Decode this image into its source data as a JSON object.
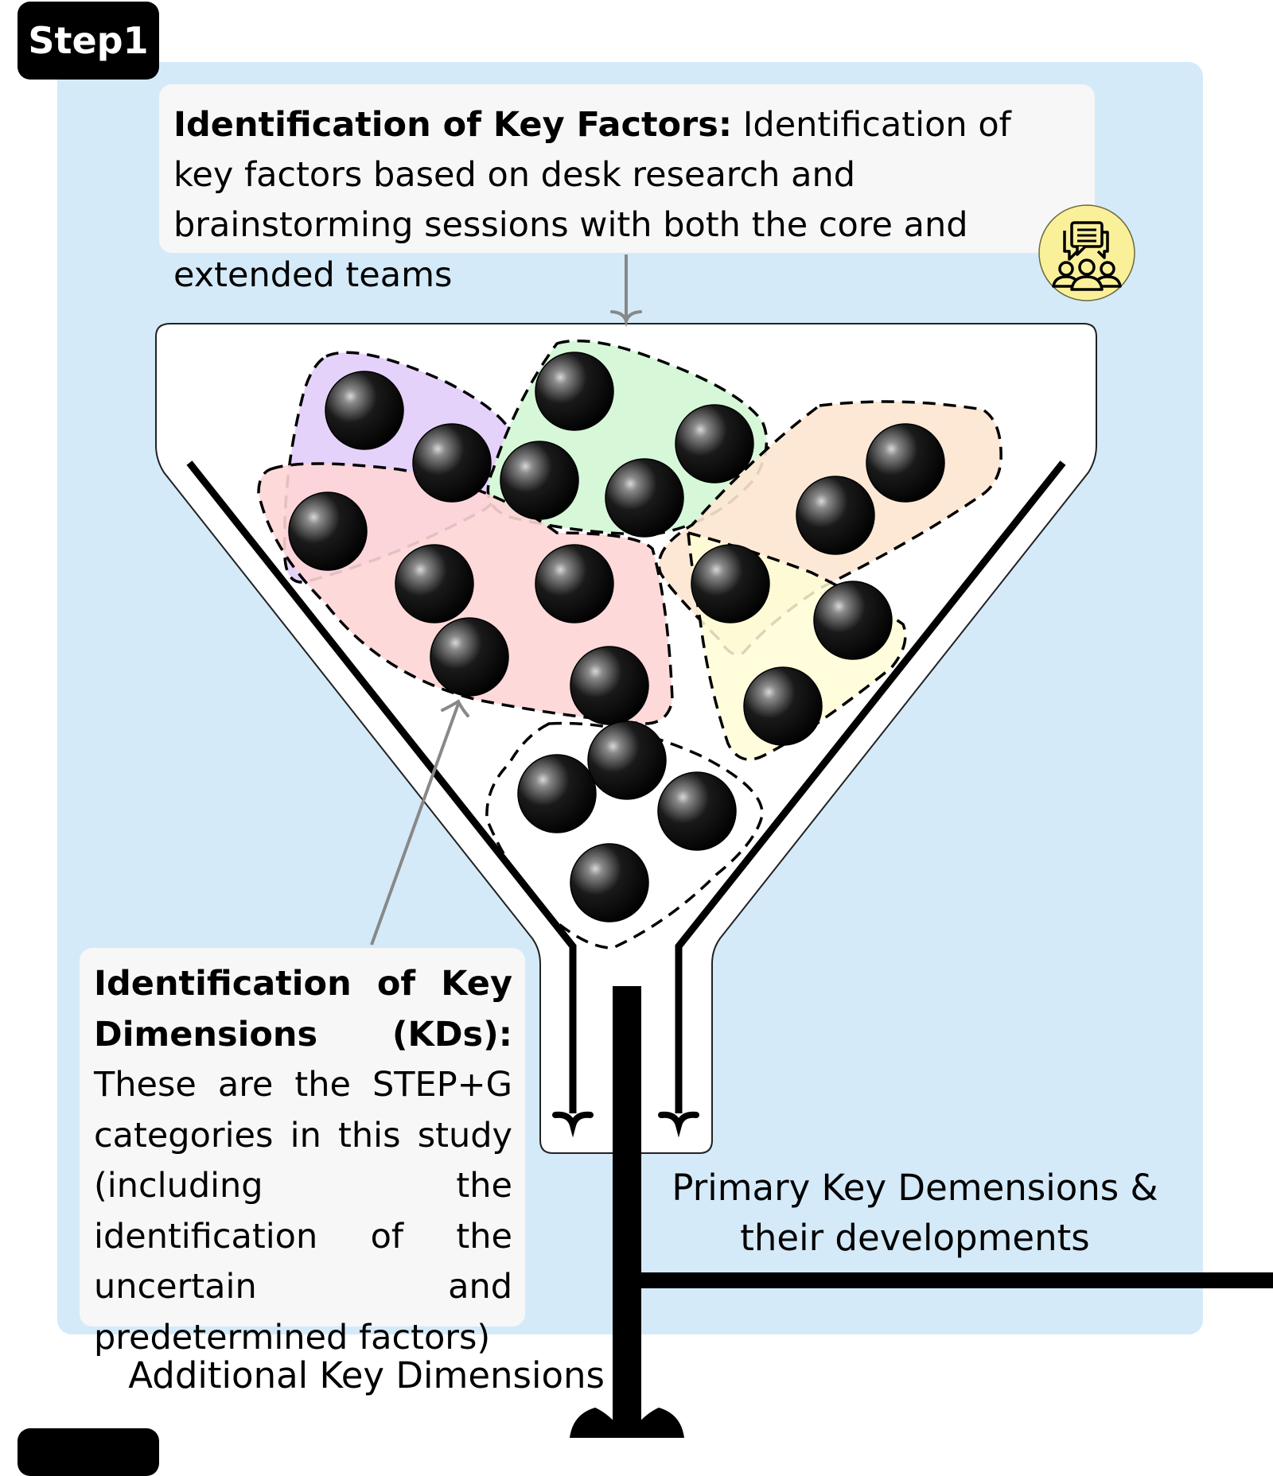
{
  "step": {
    "label": "Step1"
  },
  "key_factors": {
    "title": "Identification of Key Factors:",
    "body": " Identification of key factors based on desk research and brainstorming sessions with both the core and extended teams"
  },
  "key_dimensions": {
    "title": "Identification of Key Dimensions (KDs):",
    "body": " These are the STEP+G categories in this study (including the identification of the uncertain and predetermined factors)"
  },
  "outputs": {
    "primary": "Primary Key Demensions & their developments",
    "additional": "Additional Key Dimensions"
  },
  "icons": {
    "team_discussion": "team-discussion-icon"
  },
  "clusters": [
    {
      "name": "purple",
      "color": "#e5d2fb",
      "ball_count": 3
    },
    {
      "name": "green",
      "color": "#d6f8d8",
      "ball_count": 4
    },
    {
      "name": "red",
      "color": "#fdd5d6",
      "ball_count": 5
    },
    {
      "name": "orange",
      "color": "#fde6d2",
      "ball_count": 3
    },
    {
      "name": "yellow",
      "color": "#fffdd6",
      "ball_count": 3
    },
    {
      "name": "white",
      "color": "#ffffff",
      "ball_count": 4
    }
  ],
  "colors": {
    "panel": "#d4eaf9",
    "textbox": "#f7f7f7",
    "icon_bg": "#fbf09a",
    "arrow_gray": "#888888"
  }
}
